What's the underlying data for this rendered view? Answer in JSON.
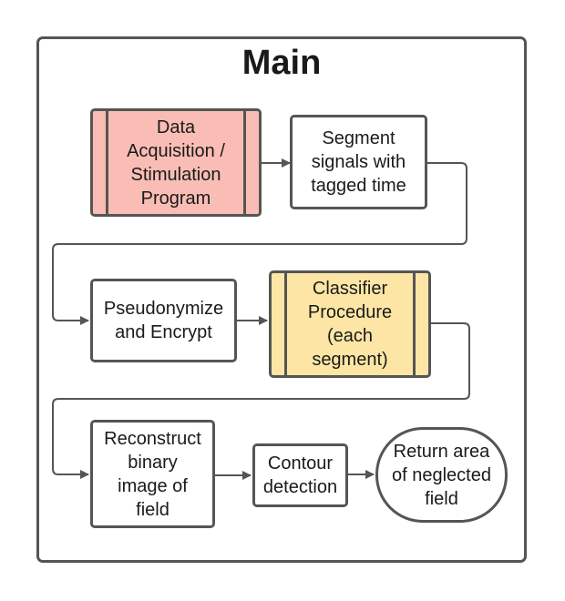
{
  "diagram": {
    "title": "Main",
    "colors": {
      "border": "#555555",
      "acquisition_fill": "#F9BDB5",
      "classifier_fill": "#FDE6A5",
      "default_fill": "#FFFFFF"
    },
    "nodes": {
      "acquisition": {
        "label": "Data\nAcquisition /\nStimulation\nProgram",
        "shape": "subprocess"
      },
      "segment": {
        "label": "Segment\nsignals with\ntagged time",
        "shape": "process"
      },
      "pseudonymize": {
        "label": "Pseudonymize\nand Encrypt",
        "shape": "process"
      },
      "classifier": {
        "label": "Classifier\nProcedure\n(each\nsegment)",
        "shape": "subprocess"
      },
      "reconstruct": {
        "label": "Reconstruct\nbinary\nimage of\nfield",
        "shape": "process"
      },
      "contour": {
        "label": "Contour\ndetection",
        "shape": "process"
      },
      "return_area": {
        "label": "Return area\nof neglected\nfield",
        "shape": "terminal"
      }
    },
    "edges": [
      {
        "from": "acquisition",
        "to": "segment"
      },
      {
        "from": "segment",
        "to": "pseudonymize"
      },
      {
        "from": "pseudonymize",
        "to": "classifier"
      },
      {
        "from": "classifier",
        "to": "reconstruct"
      },
      {
        "from": "reconstruct",
        "to": "contour"
      },
      {
        "from": "contour",
        "to": "return_area"
      }
    ]
  }
}
